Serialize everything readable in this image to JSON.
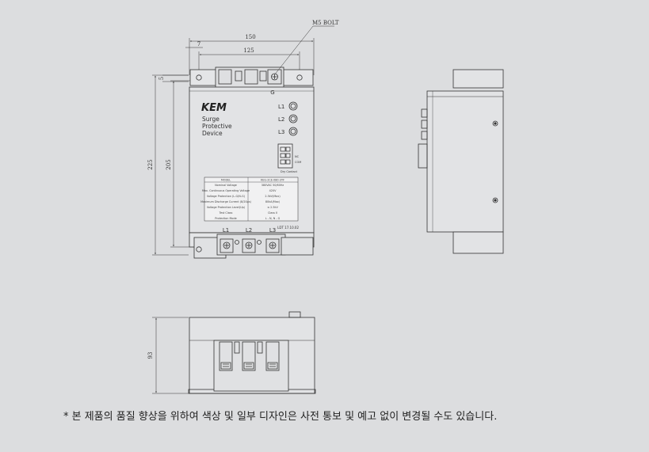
{
  "dimensions": {
    "width_total": "150",
    "width_holes": "125",
    "offset_left": "7",
    "offset_top": "5",
    "height_total": "225",
    "height_holes": "205",
    "depth": "93"
  },
  "callouts": {
    "bolt": "M5 BOLT",
    "ground": "G"
  },
  "device": {
    "brand": "KEM",
    "name_lines": [
      "Surge",
      "Protective",
      "Device"
    ],
    "indicators": [
      "L1",
      "L2",
      "L3"
    ],
    "contact_labels": [
      "NC",
      "COM"
    ],
    "contact_caption": "Dry Contact",
    "terminals": [
      "L1",
      "L2",
      "L3"
    ],
    "corner_code": "LDT 17.10.02",
    "label_table": {
      "header": [
        "MODEL",
        "KEG-2CE-080-3YF"
      ],
      "rows": [
        [
          "Nominal Voltage",
          "380VAC 50/60Hz"
        ],
        [
          "Max. Continuous Operating Voltage",
          "420V"
        ],
        [
          "Voltage Protection (L-G/N-G)",
          "2.5kV(Max)"
        ],
        [
          "Maximum Discharge Current (8/20μs)",
          "80kA(Max)"
        ],
        [
          "Voltage Protection Level(Up)",
          "≤ 2.5kV"
        ],
        [
          "Test Class",
          "Class II"
        ],
        [
          "Protection Mode",
          "L - N, N - G"
        ]
      ]
    }
  },
  "footnote": "* 본 제품의 품질 향상을 위하여 색상 및 일부 디자인은 사전 통보 및 예고 없이 변경될 수도 있습니다."
}
